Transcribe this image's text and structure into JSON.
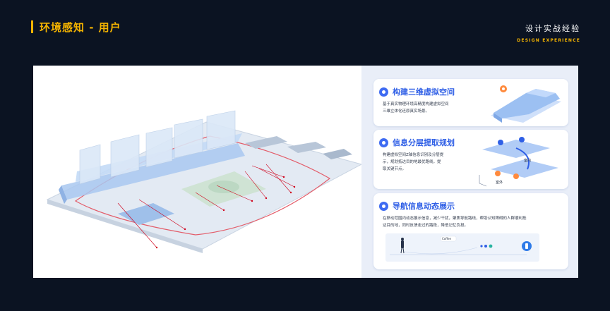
{
  "header": {
    "title": "环境感知 - 用户",
    "brand_cn": "设计实战经验",
    "brand_en": "DESIGN EXPERIENCE"
  },
  "cards": [
    {
      "title": "构建三维虚拟空间",
      "desc_lines": [
        "基于真实物理环境高精度构建虚拟空间",
        "三维立体化还原真实场景。"
      ]
    },
    {
      "title": "信息分层提取规划",
      "desc_lines": [
        "构建虚拟空间Z轴信息识别及分层提",
        "示，规划抵达目的地最优路线，提",
        "取关键节点。"
      ],
      "map_labels": {
        "left": "室外",
        "right": "室内"
      }
    },
    {
      "title": "导航信息动态展示",
      "desc_lines": [
        "在移动范围内动态展示信息，减少干扰，聚焦导航路线，帮助认知障碍的人群顺利抵",
        "达目的地，同时反馈走过的路段，降低记忆负担。"
      ],
      "bubble": "Coffee"
    }
  ],
  "colors": {
    "accent": "#f5b400",
    "background": "#0b1322",
    "card_title": "#2f5fe6",
    "annotation_red": "#d0021b"
  }
}
